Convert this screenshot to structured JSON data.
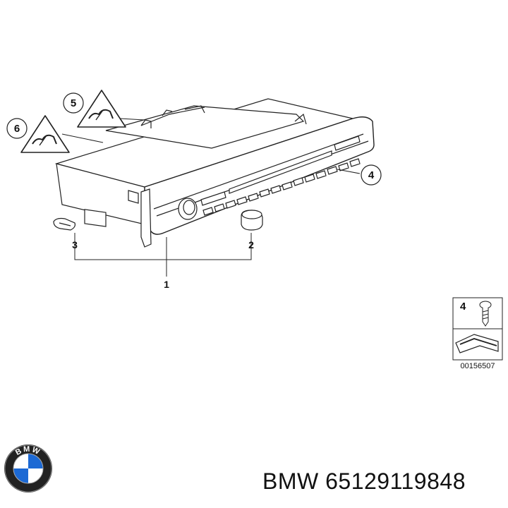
{
  "callouts": {
    "c1": "1",
    "c2": "2",
    "c3": "3",
    "c4": "4",
    "c5": "5",
    "c6": "6"
  },
  "legend": {
    "item_number": "4",
    "catalog_number": "00156507"
  },
  "caption": {
    "brand": "BMW",
    "part_number": "65129119848"
  },
  "logo": {
    "text": "BMW",
    "colors": {
      "ring": "#111111",
      "blue": "#1c69d4",
      "white": "#ffffff"
    }
  }
}
